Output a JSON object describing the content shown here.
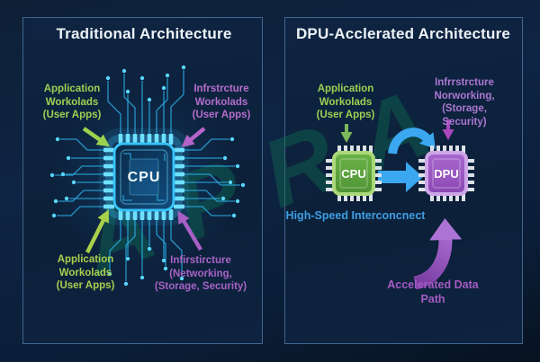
{
  "watermark": {
    "text": "APRA",
    "color": "#0f6e52"
  },
  "left_panel": {
    "title": "Traditional Architecture",
    "chip_label": "CPU",
    "labels": {
      "top_left": "Application\nWorkolads\n(User Apps)",
      "top_right": "Infrstrcture\nWorkolads\n(User Apps)",
      "bottom_left": "Application\nWorkolads\n(User Apps)",
      "bottom_right": "Infirstircture\n(Networking,\n(Storage, Security)"
    }
  },
  "right_panel": {
    "title": "DPU-Acclerated Architecture",
    "cpu_chip_label": "CPU",
    "dpu_chip_label": "DPU",
    "labels": {
      "top_left": "Application\nWorkolads\n(User Apps)",
      "top_right": "Infrrstrcture\nNorworking,\n(Storage, Security)",
      "interconnect": "High-Speed Interconcnect",
      "data_path": "Accelerated Data Path"
    }
  },
  "colors": {
    "app_green": "#9cd153",
    "infra_purple": "#b56ecb",
    "interconnect_blue": "#3aa7f0",
    "cpu_cyan": "#3ec6ff",
    "chip_green": "#61a73f",
    "chip_purple": "#9b59c4",
    "background": "#0c2140"
  }
}
